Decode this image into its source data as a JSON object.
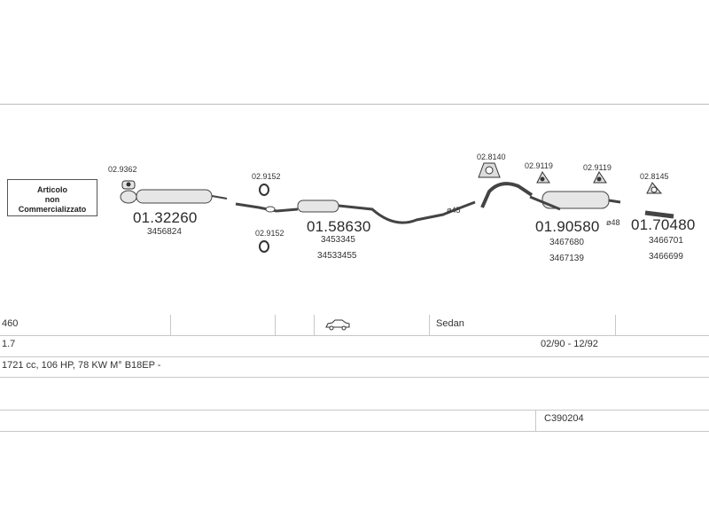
{
  "diagram": {
    "notice": [
      "Articolo",
      "non",
      "Commercializzato"
    ],
    "parts": [
      {
        "code": "01.32260",
        "refs": [
          "3456824"
        ]
      },
      {
        "code": "01.58630",
        "refs": [
          "3453345",
          "34533455"
        ]
      },
      {
        "code": "01.90580",
        "refs": [
          "3467680",
          "3467139"
        ]
      },
      {
        "code": "01.70480",
        "refs": [
          "3466701",
          "3466699"
        ]
      }
    ],
    "fittings": [
      "02.9362",
      "02.9152",
      "02.9152",
      "02.8140",
      "02.9119",
      "02.9119",
      "02.8145"
    ],
    "diameters": [
      "ø45",
      "ø48"
    ],
    "icons": [
      "flange-clamp-icon",
      "gasket-ring-icon",
      "exhaust-mount-icon",
      "hanger-icon",
      "sedan-car-icon"
    ]
  },
  "vehicle": {
    "model": "460",
    "body_type": "Sedan",
    "engine": "1.7",
    "period": "02/90 - 12/92",
    "spec": "1721 cc, 106 HP, 78 KW M° B18EP -",
    "code": "C390204"
  }
}
